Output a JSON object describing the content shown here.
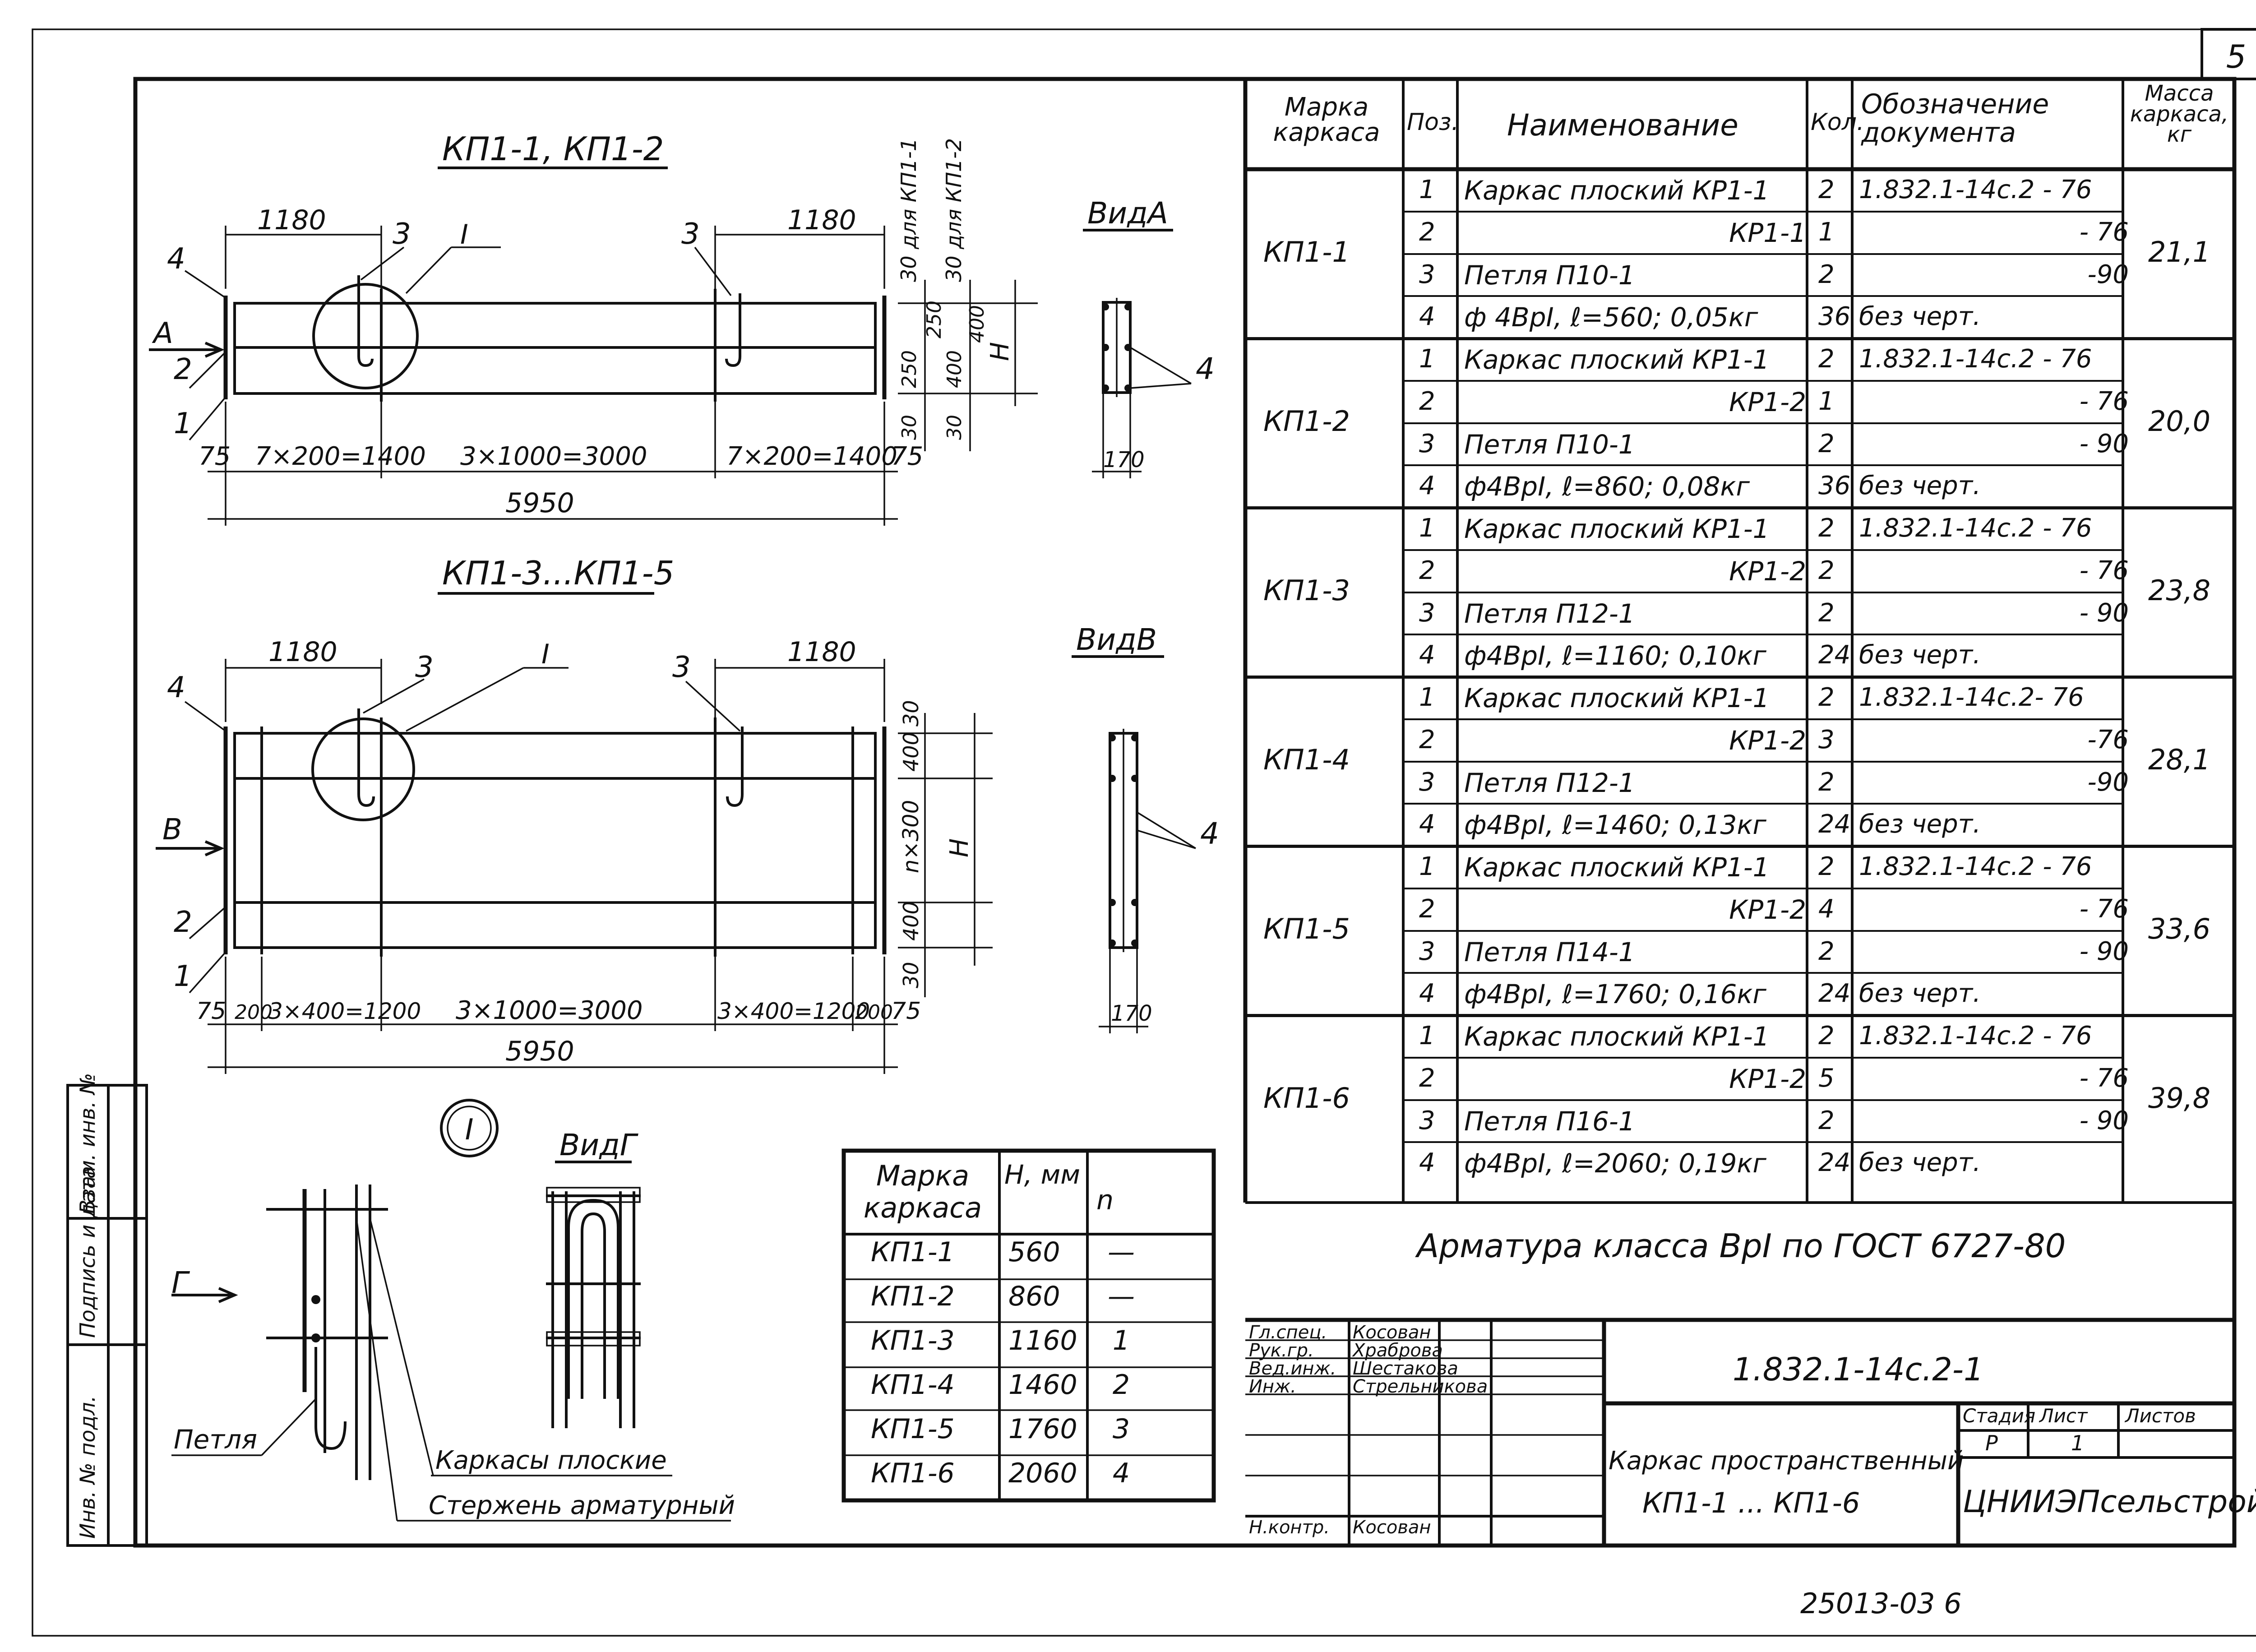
{
  "sheet_number": "5",
  "drawing1": {
    "title": "КП1-1,  КП1-2",
    "dims_top": [
      "1180",
      "1180"
    ],
    "dims_bottom": [
      "75",
      "7×200=1400",
      "3×1000=3000",
      "7×200=1400",
      "75"
    ],
    "dim_total": "5950",
    "dims_right": [
      "30 для КП1-1",
      "30 для КП1-2",
      "250",
      "250",
      "400",
      "400",
      "30",
      "30",
      "Н"
    ],
    "pos_labels": [
      "4",
      "3",
      "Ι",
      "3",
      "2",
      "1"
    ],
    "arrow": "А",
    "view_title": "ВидА",
    "view_pos": "4",
    "view_dim": "170"
  },
  "drawing2": {
    "title": "КП1-3...КП1-5",
    "dims_top": [
      "1180",
      "1180"
    ],
    "dims_bottom": [
      "75",
      "200",
      "3×400=1200",
      "3×1000=3000",
      "3×400=1200",
      "200",
      "75"
    ],
    "dim_total": "5950",
    "dims_right": [
      "30",
      "400",
      "n×300",
      "Н",
      "400",
      "30"
    ],
    "pos_labels": [
      "4",
      "3",
      "Ι",
      "3",
      "2",
      "1"
    ],
    "arrow": "В",
    "view_title": "ВидВ",
    "view_pos": "4",
    "view_dim": "170"
  },
  "detail": {
    "marker": "Ι",
    "view_title": "ВидГ",
    "arrow": "Г",
    "label_loop": "Петля",
    "label_frames": "Каркасы плоские",
    "label_bar": "Стержень арматурный"
  },
  "side_stamp": [
    "Инв. № подл.",
    "Подпись и дата",
    "Взам. инв. №"
  ],
  "h_table": {
    "headers": [
      "Марка каркаса",
      "Н, мм",
      "n"
    ],
    "rows": [
      [
        "КП1-1",
        "560",
        "—"
      ],
      [
        "КП1-2",
        "860",
        "—"
      ],
      [
        "КП1-3",
        "1160",
        "1"
      ],
      [
        "КП1-4",
        "1460",
        "2"
      ],
      [
        "КП1-5",
        "1760",
        "3"
      ],
      [
        "КП1-6",
        "2060",
        "4"
      ]
    ]
  },
  "spec": {
    "headers": [
      "Марка каркаса",
      "Поз.",
      "Наименование",
      "Кол.",
      "Обозначение документа",
      "Масса каркаса, кг"
    ],
    "groups": [
      {
        "mark": "КП1-1",
        "mass": "21,1",
        "rows": [
          [
            "1",
            "Каркас плоский КР1-1",
            "2",
            "1.832.1-14с.2 - 76"
          ],
          [
            "2",
            "КР1-1",
            "1",
            "- 76"
          ],
          [
            "3",
            "Петля П10-1",
            "2",
            "-90"
          ],
          [
            "4",
            "ф 4ВрΙ, ℓ=560;  0,05кг",
            "36",
            "без черт."
          ]
        ]
      },
      {
        "mark": "КП1-2",
        "mass": "20,0",
        "rows": [
          [
            "1",
            "Каркас плоский КР1-1",
            "2",
            "1.832.1-14с.2 - 76"
          ],
          [
            "2",
            "КР1-2",
            "1",
            "- 76"
          ],
          [
            "3",
            "Петля П10-1",
            "2",
            "- 90"
          ],
          [
            "4",
            "ф4ВрΙ, ℓ=860; 0,08кг",
            "36",
            "без черт."
          ]
        ]
      },
      {
        "mark": "КП1-3",
        "mass": "23,8",
        "rows": [
          [
            "1",
            "Каркас плоский КР1-1",
            "2",
            "1.832.1-14с.2 - 76"
          ],
          [
            "2",
            "КР1-2",
            "2",
            "- 76"
          ],
          [
            "3",
            "Петля П12-1",
            "2",
            "- 90"
          ],
          [
            "4",
            "ф4ВрΙ, ℓ=1160; 0,10кг",
            "24",
            "без черт."
          ]
        ]
      },
      {
        "mark": "КП1-4",
        "mass": "28,1",
        "rows": [
          [
            "1",
            "Каркас плоский КР1-1",
            "2",
            "1.832.1-14с.2- 76"
          ],
          [
            "2",
            "КР1-2",
            "3",
            "-76"
          ],
          [
            "3",
            "Петля П12-1",
            "2",
            "-90"
          ],
          [
            "4",
            "ф4ВрΙ, ℓ=1460; 0,13кг",
            "24",
            "без черт."
          ]
        ]
      },
      {
        "mark": "КП1-5",
        "mass": "33,6",
        "rows": [
          [
            "1",
            "Каркас плоский КР1-1",
            "2",
            "1.832.1-14с.2 - 76"
          ],
          [
            "2",
            "КР1-2",
            "4",
            "- 76"
          ],
          [
            "3",
            "Петля П14-1",
            "2",
            "- 90"
          ],
          [
            "4",
            "ф4ВрΙ, ℓ=1760; 0,16кг",
            "24",
            "без черт."
          ]
        ]
      },
      {
        "mark": "КП1-6",
        "mass": "39,8",
        "rows": [
          [
            "1",
            "Каркас плоский КР1-1",
            "2",
            "1.832.1-14с.2 - 76"
          ],
          [
            "2",
            "КР1-2",
            "5",
            "- 76"
          ],
          [
            "3",
            "Петля П16-1",
            "2",
            "- 90"
          ],
          [
            "4",
            "ф4ВрΙ, ℓ=2060; 0,19кг",
            "24",
            "без черт."
          ]
        ]
      }
    ],
    "note": "Арматура класса ВрΙ по ГОСТ 6727-80"
  },
  "title_block": {
    "roles": [
      "Гл.спец.",
      "Рук.гр.",
      "Вед.инж.",
      "Инж.",
      "",
      "",
      "Н.контр."
    ],
    "names": [
      "Косован",
      "Храброва",
      "Шестакова",
      "Стрельникова",
      "",
      "",
      "Косован"
    ],
    "code": "1.832.1-14с.2-1",
    "name_line1": "Каркас пространственный",
    "name_line2": "КП1-1 ... КП1-6",
    "stage_label": "Стадия",
    "sheet_label": "Лист",
    "sheets_label": "Листов",
    "stage": "Р",
    "sheet": "1",
    "sheets": "",
    "org": "ЦНИИЭПсельстрой"
  },
  "bottom_code": "25013-03   6"
}
